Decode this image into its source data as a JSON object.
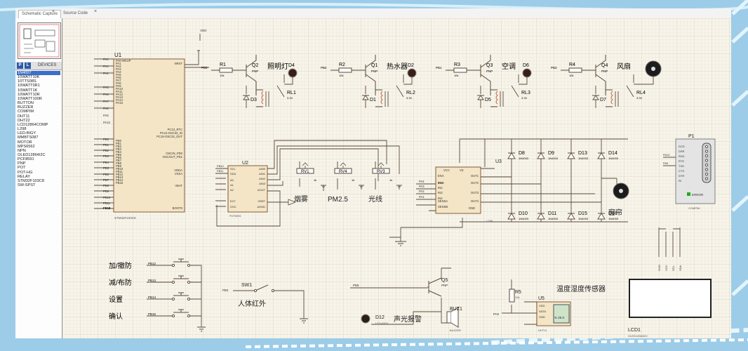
{
  "tabs": [
    "Schematic Capture",
    "Source Code"
  ],
  "sidebar": {
    "pick_buttons": [
      "P",
      "L"
    ],
    "devices_title": "DEVICES",
    "devices": [
      "1N4007",
      "10WATT10K",
      "10TTS08S",
      "10WATT0R1",
      "10WATT1K",
      "10WATT10R",
      "10WATT100R",
      "BUTTON",
      "BUZZER",
      "COMPIM",
      "DHT11",
      "DHT22",
      "LCD12864COMP",
      "L298",
      "LED-BIGY",
      "MMBTS087",
      "MOTOR",
      "MPS6562",
      "NPN",
      "OLED12864I2C",
      "PCF8591",
      "PNP",
      "POT",
      "POT-HG",
      "RELAY",
      "STM32F103C8",
      "SW-SPST"
    ]
  },
  "schematic": {
    "power_labels": [
      "VDD",
      "VDD"
    ],
    "mcu": {
      "ref": "U1",
      "part": "STM32F103C8",
      "left_pins": [
        "PA0-WKUP",
        "PA1",
        "PA2",
        "PA3",
        "PA4",
        "PA5",
        "PA6",
        "PA7",
        "PA8",
        "PA9",
        "PA10",
        "PA11",
        "PA12",
        "PA13",
        "PA14",
        "PA15",
        "PB0",
        "PB1",
        "PB2",
        "PB3",
        "PB4",
        "PB5",
        "PB6",
        "PB7",
        "PB8",
        "PB9",
        "PB10",
        "PB11",
        "PB12",
        "PB13",
        "PB14",
        "PB15"
      ],
      "right_pins": [
        "NRST",
        "PC13_RTC",
        "PC14-OSC32_IN",
        "PC15-OSC32_OUT",
        "OSCIN_PD0",
        "OSCOUT_PD1",
        "VDDA",
        "VSSA",
        "VBAT",
        "BOOT0"
      ],
      "net_labels": [
        "PA0",
        "PA1",
        "PA2",
        "PA5",
        "PA6",
        "PA7",
        "PA8",
        "PA9",
        "PA10",
        "PB0",
        "PB1",
        "PB2",
        "PB3",
        "PB4",
        "PB5",
        "PB6",
        "PB7",
        "PB8",
        "PB9",
        "PB10",
        "PB11",
        "PB12",
        "PB13",
        "PB14",
        "PB15"
      ]
    },
    "relay_channels": [
      {
        "r": "R1",
        "rval": "10k",
        "net": "PB0",
        "q": "Q2",
        "qtype": "PNP",
        "d": "D4",
        "label": "照明灯",
        "diode": "D3",
        "relay": "RL1",
        "rv": "3.3V",
        "load": "lamp"
      },
      {
        "r": "R2",
        "rval": "10k",
        "net": "PB2",
        "q": "Q1",
        "qtype": "PNP",
        "d": "D2",
        "label": "热水器",
        "diode": "D1",
        "relay": "RL2",
        "rv": "3.3V",
        "load": "lamp"
      },
      {
        "r": "R3",
        "rval": "10k",
        "net": "PB1",
        "q": "Q3",
        "qtype": "PNP",
        "d": "D6",
        "label": "空调",
        "diode": "D5",
        "relay": "RL3",
        "rv": "3.3V",
        "load": "lamp"
      },
      {
        "r": "R4",
        "rval": "10k",
        "net": "PB3",
        "q": "Q4",
        "qtype": "PNP",
        "d": "",
        "label": "风扇",
        "diode": "D7",
        "relay": "RL4",
        "rv": "3.3V",
        "load": "fan"
      }
    ],
    "adc": {
      "ref": "U2",
      "part": "PCF8591",
      "pins_left": [
        "SCL",
        "SDA",
        "A0",
        "A1",
        "A2",
        "EXT",
        "OSC"
      ],
      "pins_right": [
        "AIN0",
        "AIN1",
        "AIN2",
        "AIN3",
        "AOUT",
        "VREF",
        "AGND"
      ],
      "nets": [
        "PB10",
        "PB11"
      ],
      "pots": [
        "RV1",
        "RV4",
        "RV3"
      ],
      "pot_val": "1k",
      "labels": [
        "烟雾",
        "PM2.5",
        "光线"
      ]
    },
    "driver": {
      "ref": "U3",
      "part": "L298",
      "pins_left": [
        "IN1",
        "IN2",
        "IN3",
        "IN4",
        "ENA",
        "ENB",
        "SENSA",
        "SENSB"
      ],
      "pins_right": [
        "VCC",
        "VS",
        "OUT1",
        "OUT2",
        "OUT3",
        "OUT4",
        "GND"
      ],
      "nets": [
        "PA4",
        "PA3",
        "PA2",
        "PA1"
      ],
      "curtain_label": "窗帘",
      "diodes_top": [
        "D8",
        "D9",
        "D13",
        "D14"
      ],
      "diodes_bot": [
        "D10",
        "D11",
        "D15",
        "D16"
      ],
      "diode_part": "1N4003"
    },
    "comport": {
      "ref": "P1",
      "part": "COMPIM",
      "pins": [
        "DCD",
        "DSR",
        "RXD",
        "RTS",
        "TXD",
        "CTS",
        "DTR",
        "RI"
      ],
      "nets": [
        "PA10",
        "PA9"
      ],
      "error": "ERROR"
    },
    "buttons": [
      {
        "label": "加/撤防",
        "net": "PB12"
      },
      {
        "label": "减/布防",
        "net": "PB13"
      },
      {
        "label": "设置",
        "net": "PB14"
      },
      {
        "label": "确认",
        "net": "PB15"
      }
    ],
    "pir": {
      "ref": "SW1",
      "net": "PB4",
      "label": "人体红外"
    },
    "alarm": {
      "q": "Q5",
      "qtype": "PNP",
      "net": "PB5",
      "led": "D12",
      "led_part": "LED-BIGY",
      "buzzer": "BUZ1",
      "buzzer_part": "BUZZER",
      "label": "声光报警"
    },
    "dht": {
      "ref": "U5",
      "part": "DHT11",
      "r": "R5",
      "rval": "10k",
      "net": "PA0",
      "pins": [
        "VDD",
        "DATA",
        "GND"
      ],
      "reading": "% 25.0",
      "label": "温度湿度传感器"
    },
    "lcd": {
      "ref": "LCD1",
      "part": "OLED12864I2C",
      "pins": [
        "GND",
        "VCC",
        "SCL",
        "SDA"
      ]
    }
  }
}
